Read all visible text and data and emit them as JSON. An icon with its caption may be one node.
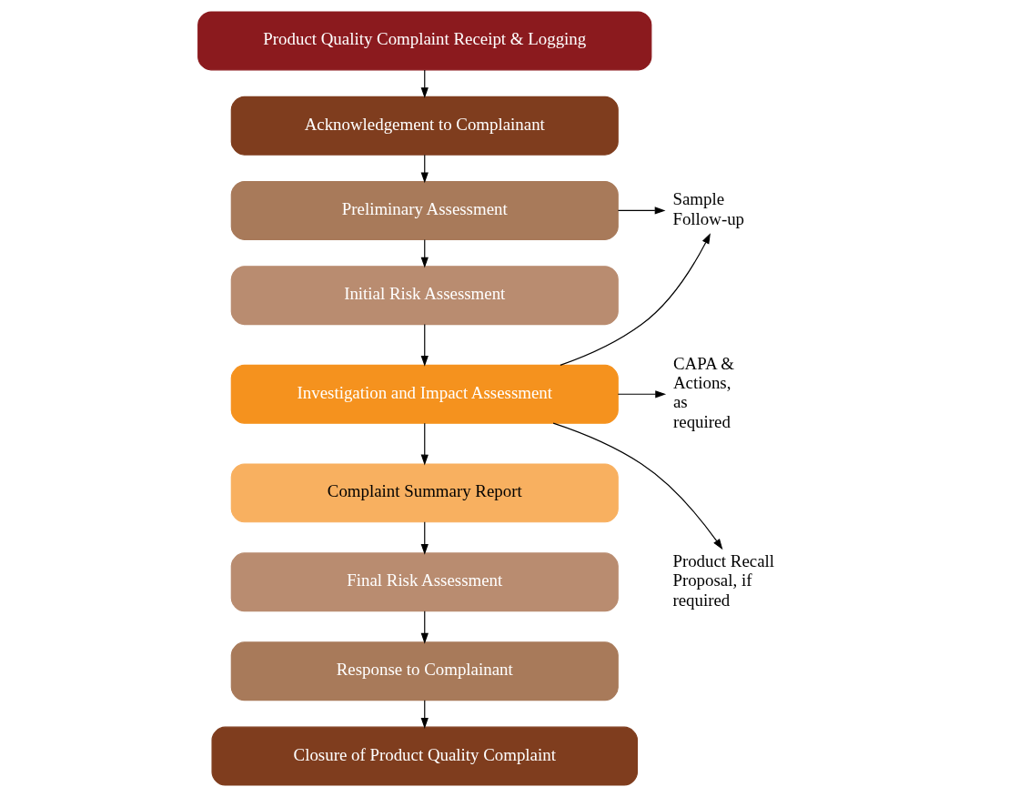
{
  "diagram": {
    "nodes": [
      {
        "text": [
          "Product Quality Complaint Receipt & Logging"
        ]
      },
      {
        "text": [
          "Acknowledgement to Complainant"
        ]
      },
      {
        "text": [
          "Preliminary Assessment"
        ]
      },
      {
        "text": [
          "Initial Risk Assessment"
        ]
      },
      {
        "text": [
          "Investigation and Impact Assessment"
        ]
      },
      {
        "text": [
          "Complaint Summary Report"
        ]
      },
      {
        "text": [
          "Final Risk Assessment"
        ]
      },
      {
        "text": [
          "Response to Complainant"
        ]
      },
      {
        "text": [
          "Closure of Product Quality Complaint"
        ]
      },
      {
        "text": [
          "Sample Follow-up"
        ]
      },
      {
        "text": [
          "CAPA & Actions, as required"
        ]
      },
      {
        "text": [
          "Product Recall Proposal, if required"
        ]
      }
    ],
    "edges": [
      {
        "from": 0,
        "to": 1,
        "arrow": "to"
      },
      {
        "from": 1,
        "to": 2,
        "arrow": "to"
      },
      {
        "from": 2,
        "to": 3,
        "arrow": "to"
      },
      {
        "from": 3,
        "to": 4,
        "arrow": "to"
      },
      {
        "from": 4,
        "to": 5,
        "arrow": "to"
      },
      {
        "from": 5,
        "to": 6,
        "arrow": "to"
      },
      {
        "from": 6,
        "to": 7,
        "arrow": "to"
      },
      {
        "from": 7,
        "to": 8,
        "arrow": "to"
      },
      {
        "from": 2,
        "to": 9,
        "arrow": "to"
      },
      {
        "from": 4,
        "to": 9,
        "arrow": "to"
      },
      {
        "from": 4,
        "to": 10,
        "arrow": "to"
      },
      {
        "from": 4,
        "to": 11,
        "arrow": "to"
      }
    ]
  }
}
